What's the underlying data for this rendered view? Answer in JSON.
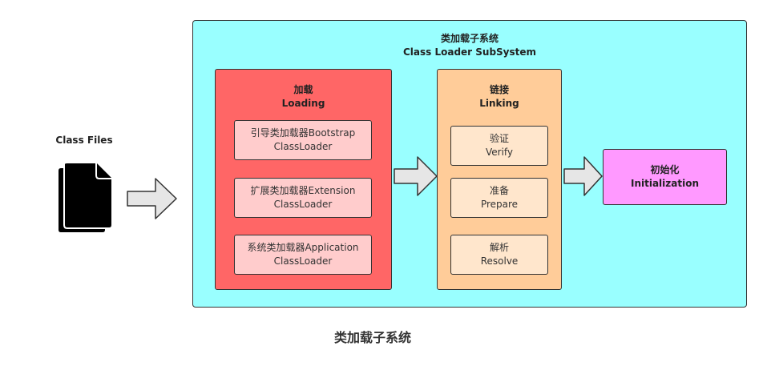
{
  "class_files": {
    "label": "Class Files",
    "icon": "document-stack-icon"
  },
  "subsystem": {
    "title_cn": "类加载子系统",
    "title_en": "Class Loader SubSystem",
    "color": "#99ffff"
  },
  "loading": {
    "title_cn": "加载",
    "title_en": "Loading",
    "color": "#ff6666",
    "loaders": [
      {
        "line1": "引导类加载器Bootstrap",
        "line2": "ClassLoader"
      },
      {
        "line1": "扩展类加载器Extension",
        "line2": "ClassLoader"
      },
      {
        "line1": "系统类加载器Application",
        "line2": "ClassLoader"
      }
    ]
  },
  "linking": {
    "title_cn": "链接",
    "title_en": "Linking",
    "color": "#ffcc99",
    "steps": [
      {
        "cn": "验证",
        "en": "Verify"
      },
      {
        "cn": "准备",
        "en": "Prepare"
      },
      {
        "cn": "解析",
        "en": "Resolve"
      }
    ]
  },
  "initialization": {
    "title_cn": "初始化",
    "title_en": "Initialization",
    "color": "#ff99ff"
  },
  "caption": "类加载子系统"
}
